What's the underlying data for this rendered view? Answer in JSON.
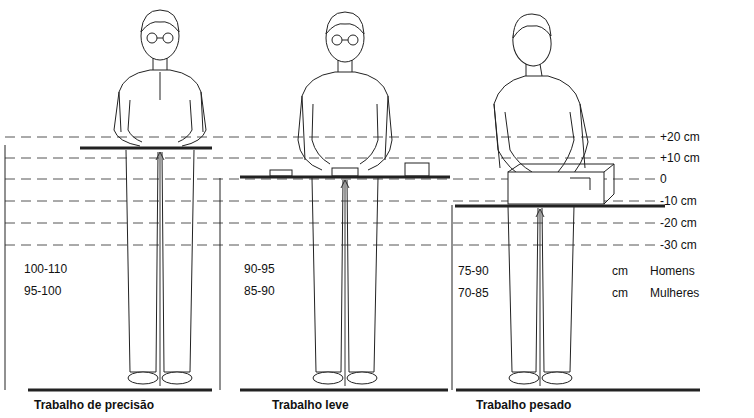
{
  "diagram": {
    "labels": [
      "+20 cm",
      "+10 cm",
      "0",
      "-10 cm",
      "-20 cm",
      "-30 cm",
      "100-110",
      "95-100",
      "90-95",
      "85-90",
      "75-90",
      "70-85",
      "cm",
      "Homens",
      "cm",
      "Mulheres",
      "Trabalho de precisão",
      "Trabalho leve",
      "Trabalho pesado"
    ]
  }
}
